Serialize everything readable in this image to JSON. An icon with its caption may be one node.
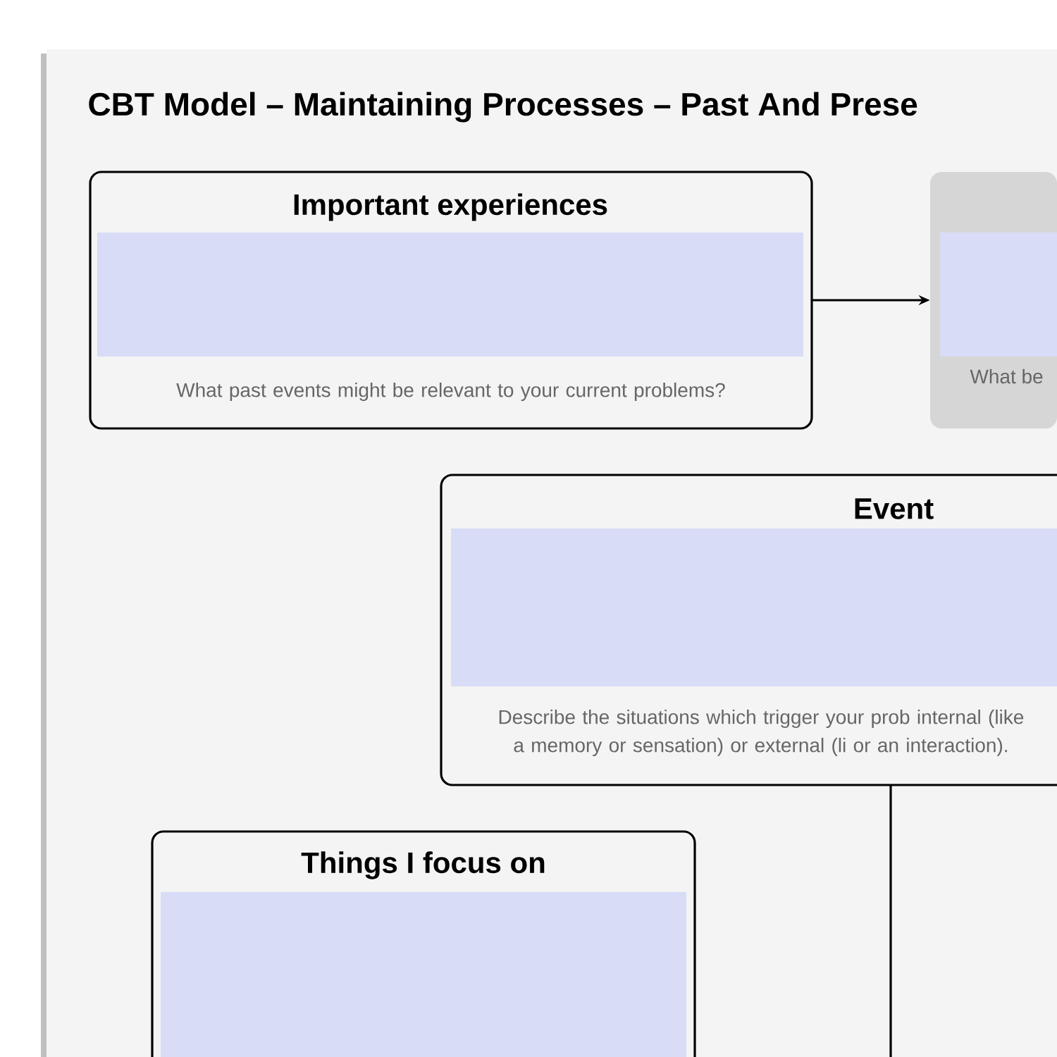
{
  "diagram": {
    "title": "CBT Model – Maintaining Processes – Past And Prese",
    "nodes": [
      {
        "text": [
          "Important experiences",
          "What past events might be relevant to your current problems?"
        ]
      },
      {
        "text": [
          "What be"
        ]
      },
      {
        "text": [
          "Event",
          "Describe the situations which trigger your prob internal (like a memory or sensation) or external (li or an interaction)."
        ]
      },
      {
        "text": [
          "Things I focus on"
        ]
      }
    ],
    "edges": [
      {
        "from": 0,
        "to": 1,
        "arrow": "to"
      },
      {
        "from": 2,
        "to": null,
        "arrow": "none"
      }
    ]
  }
}
